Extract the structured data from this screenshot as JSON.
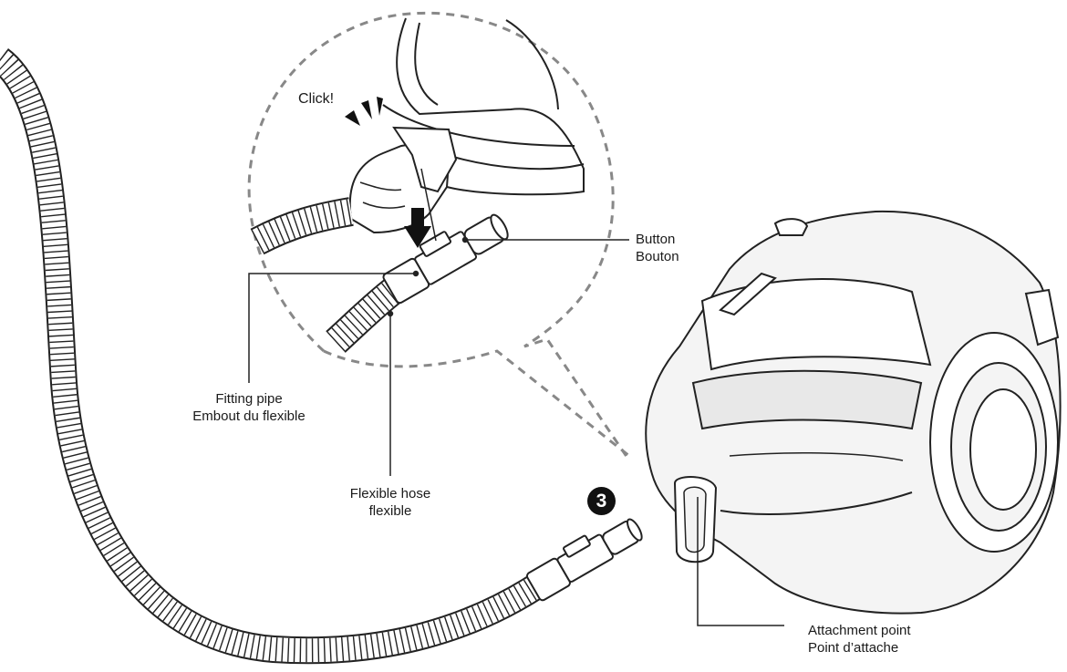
{
  "callout": {
    "click_text": "Click!"
  },
  "labels": {
    "button": {
      "en": "Button",
      "fr": "Bouton"
    },
    "fitting_pipe": {
      "en": "Fitting pipe",
      "fr": "Embout du flexible"
    },
    "flexible_hose": {
      "en": "Flexible hose",
      "fr": "flexible"
    },
    "attachment_point": {
      "en": "Attachment point",
      "fr": "Point d’attache"
    }
  },
  "step": {
    "number": "3"
  },
  "colors": {
    "line": "#1a1a1a",
    "hose_fill": "#ffffff",
    "body_fill": "#f4f4f4",
    "dash": "#888888"
  }
}
